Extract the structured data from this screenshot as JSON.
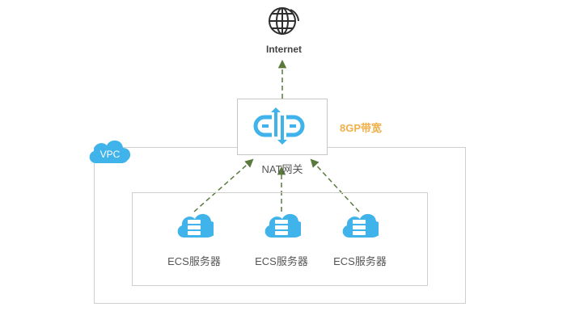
{
  "internet": {
    "label": "Internet",
    "icon": "globe-icon"
  },
  "nat": {
    "label": "NAT网关",
    "icon": "nat-gateway-icon"
  },
  "bandwidth": {
    "label": "8GP带宽",
    "color": "#f0b04a"
  },
  "vpc": {
    "label": "VPC",
    "icon": "cloud-icon",
    "color": "#3fb3ea"
  },
  "servers": [
    {
      "label": "ECS服务器",
      "icon": "cloud-server-icon"
    },
    {
      "label": "ECS服务器",
      "icon": "cloud-server-icon"
    },
    {
      "label": "ECS服务器",
      "icon": "cloud-server-icon"
    }
  ],
  "colors": {
    "accent": "#3fb3ea",
    "arrow": "#5a7a3c",
    "border": "#cfcfcf"
  }
}
